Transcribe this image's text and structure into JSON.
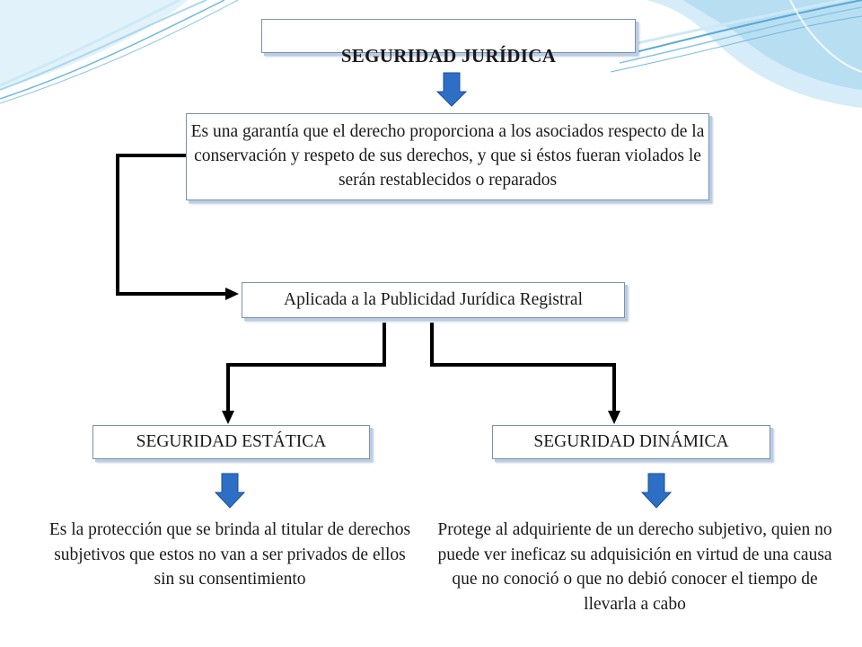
{
  "diagram": {
    "title": "SEGURIDAD JURÍDICA",
    "definition": "Es una garantía que el derecho proporciona a los asociados respecto de la conservación y respeto de sus derechos, y que si éstos fueran violados le serán restablecidos o reparados",
    "application": "Aplicada a la Publicidad Jurídica Registral",
    "static_security": {
      "label": "SEGURIDAD ESTÁTICA",
      "description": "Es la protección que se brinda al titular de derechos subjetivos que estos no van a ser privados de ellos sin su consentimiento"
    },
    "dynamic_security": {
      "label": "SEGURIDAD DINÁMICA",
      "description": "Protege al adquiriente de un derecho subjetivo, quien no puede ver ineficaz su adquisición en virtud de una causa que no conoció o que no debió conocer el tiempo de llevarla a cabo"
    }
  },
  "colors": {
    "block_arrow": "#2e6fc6",
    "connector": "#000000",
    "box_border": "#7f8fa6",
    "box_shadow": "#b9cde6",
    "wave_light": "#b8def2",
    "wave_dark": "#5aa8d6"
  }
}
